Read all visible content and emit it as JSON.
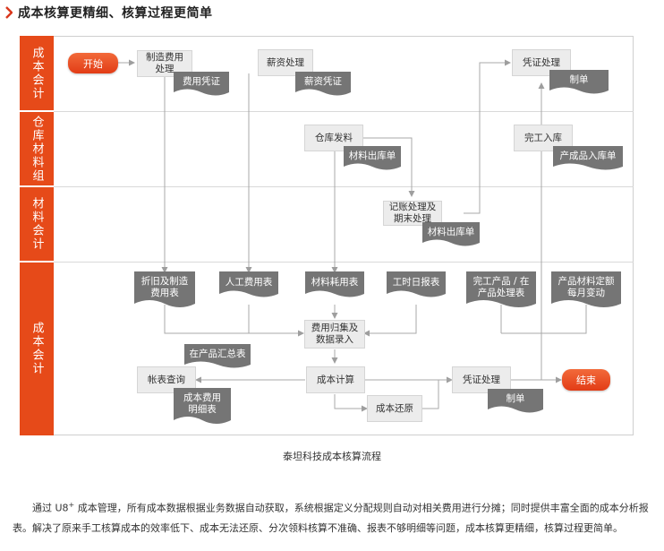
{
  "heading": "成本核算更精细、核算过程更简单",
  "lanes": [
    {
      "id": "cost1",
      "label": "成本会计"
    },
    {
      "id": "warehouse",
      "label": "仓库材料组"
    },
    {
      "id": "material",
      "label": "材料会计"
    },
    {
      "id": "cost2",
      "label": "成本会计"
    }
  ],
  "nodes": {
    "start": "开始",
    "mfg_expense": "制造费用\n处理",
    "expense_voucher": "费用凭证",
    "salary": "薪资处理",
    "salary_voucher": "薪资凭证",
    "voucher_top": "凭证处理",
    "make_top": "制单",
    "issue": "仓库发料",
    "issue_doc": "材料出库单",
    "fg_in": "完工入库",
    "fg_in_doc": "产成品入库单",
    "posting": "记账处理及\n期末处理",
    "posting_doc": "材料出库单",
    "depr": "折旧及制造\n费用表",
    "labor": "人工费用表",
    "mat_use": "材料耗用表",
    "hours": "工时日报表",
    "wip": "完工产品 / 在\n产品处理表",
    "quota": "产品材料定额\n每月变动",
    "collect": "费用归集及\n数据录入",
    "wip_sum": "在产品汇总表",
    "query": "帐表查询",
    "calc": "成本计算",
    "detail": "成本费用\n明细表",
    "restore": "成本还原",
    "voucher_bot": "凭证处理",
    "make_bot": "制单",
    "end": "结束"
  },
  "caption": "泰坦科技成本核算流程",
  "paragraph": {
    "lead": "通过 U8",
    "sup": "+",
    "rest": " 成本管理，所有成本数据根据业务数据自动获取，系统根据定义分配规则自动对相关费用进行分摊；同时提供丰富全面的成本分析报表。解决了原来手工核算成本的效率低下、成本无法还原、分次领料核算不准确、报表不够明细等问题，成本核算更精细，核算过程更简单。"
  },
  "colors": {
    "lane": "#e64a19",
    "terminal": "#e23c16",
    "document": "#757575",
    "box": "#ececec",
    "line": "#9e9e9e"
  }
}
